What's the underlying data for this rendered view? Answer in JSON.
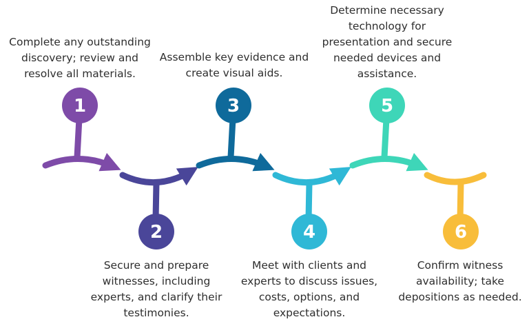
{
  "colors": {
    "step1": "#7e4ba8",
    "step2": "#4a4699",
    "step3": "#0f6a9b",
    "step4": "#2fb8d6",
    "step5": "#3ed6b8",
    "step6": "#f8bd3a",
    "text": "#2e2e2e"
  },
  "steps": [
    {
      "number": "1",
      "lines": [
        "Complete any outstanding",
        "discovery; review and",
        "resolve all materials."
      ]
    },
    {
      "number": "2",
      "lines": [
        "Secure and prepare",
        "witnesses, including",
        "experts, and clarify their",
        "testimonies."
      ]
    },
    {
      "number": "3",
      "lines": [
        "Assemble key evidence and",
        "create visual aids."
      ]
    },
    {
      "number": "4",
      "lines": [
        "Meet with clients and",
        "experts to discuss issues,",
        "costs, options, and",
        "expectations."
      ]
    },
    {
      "number": "5",
      "lines": [
        "Determine necessary",
        "technology for",
        "presentation and secure",
        "needed devices and",
        "assistance."
      ]
    },
    {
      "number": "6",
      "lines": [
        "Confirm witness",
        "availability; take",
        "depositions as needed."
      ]
    }
  ]
}
